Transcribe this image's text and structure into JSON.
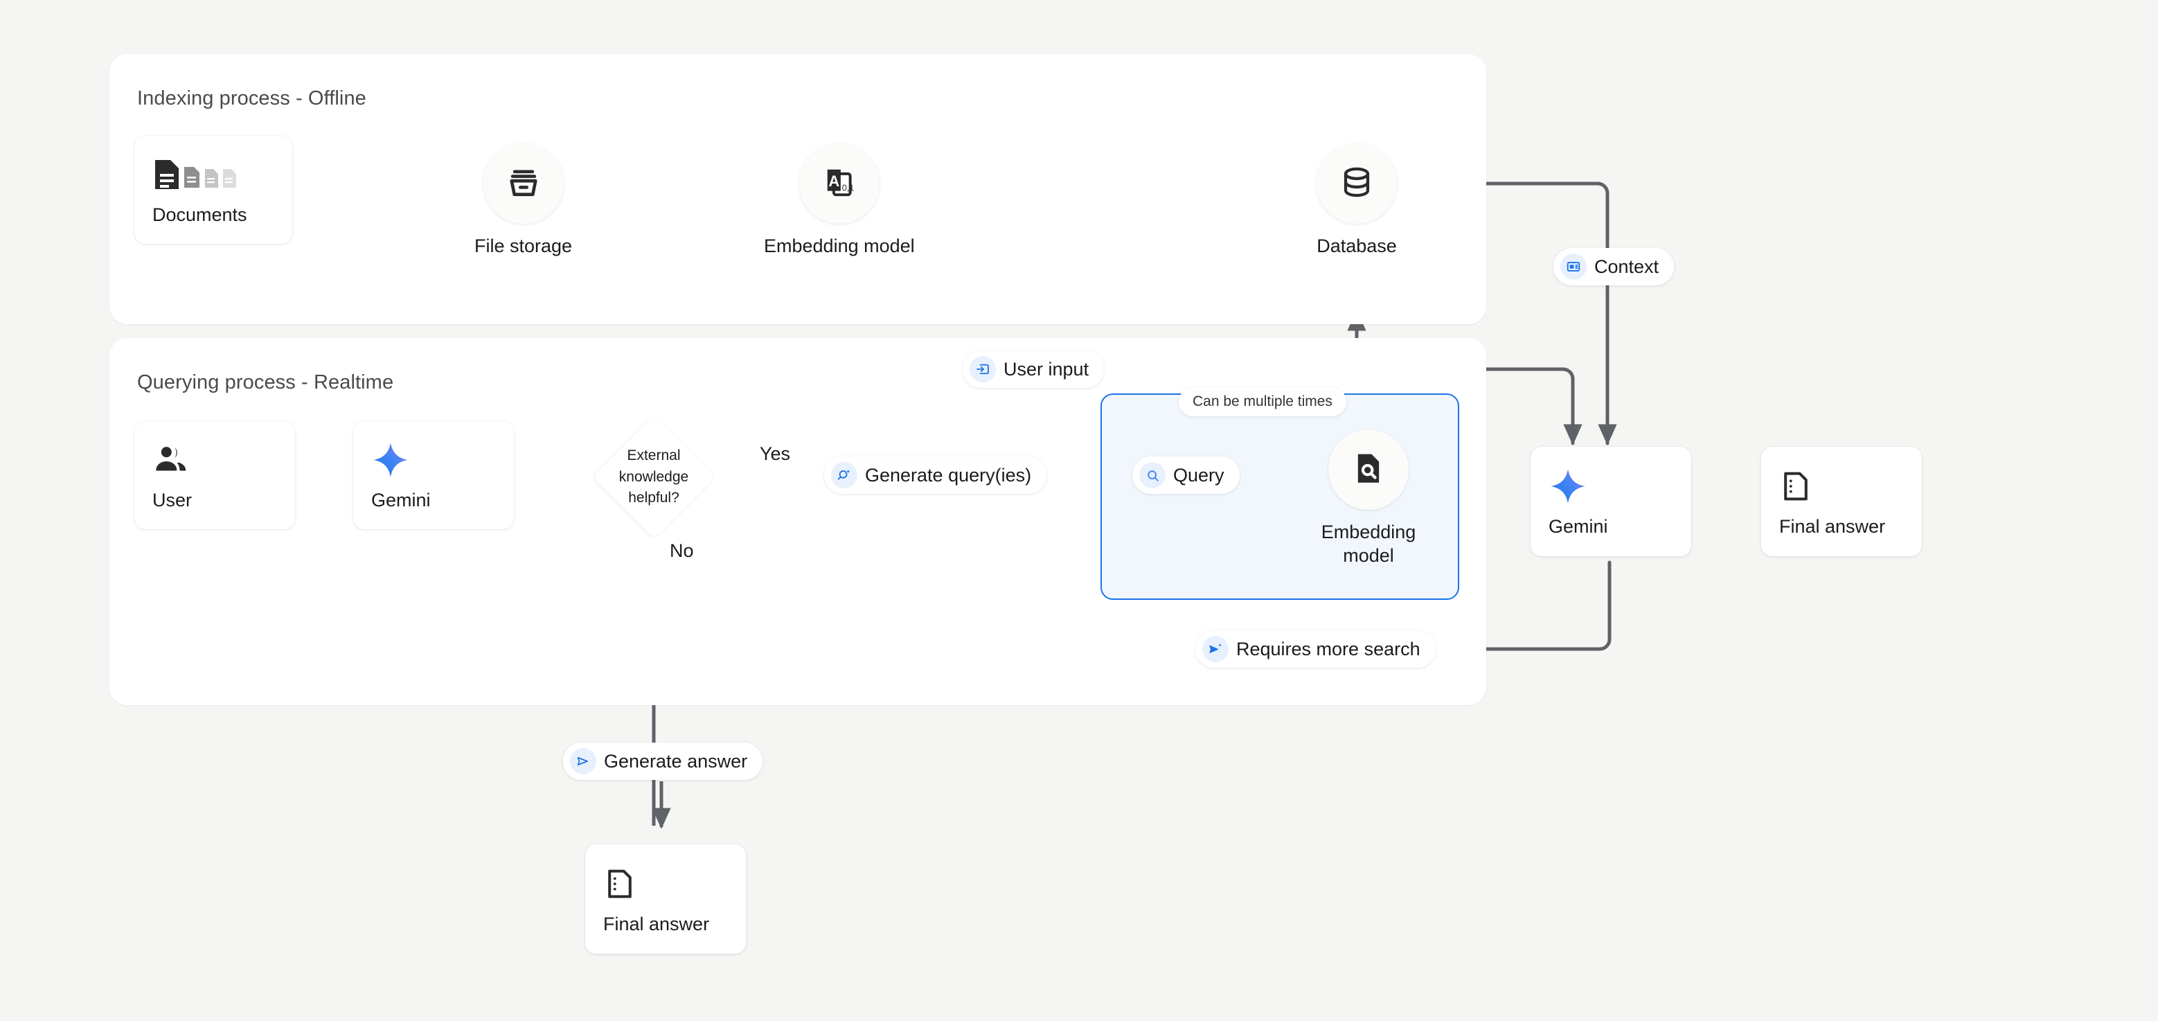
{
  "sections": {
    "indexing": {
      "title": "Indexing process - Offline"
    },
    "querying": {
      "title": "Querying process - Realtime"
    }
  },
  "nodes": {
    "documents": {
      "label": "Documents",
      "icon": "documents-icon"
    },
    "file_storage": {
      "label": "File storage",
      "icon": "file-storage-icon"
    },
    "embedding_index": {
      "label": "Embedding model",
      "icon": "embedding-model-icon"
    },
    "database": {
      "label": "Database",
      "icon": "database-icon"
    },
    "user": {
      "label": "User",
      "icon": "user-icon"
    },
    "gemini_left": {
      "label": "Gemini",
      "icon": "gemini-sparkle-icon"
    },
    "embedding_query": {
      "label": "Embedding\nmodel",
      "label_line1": "Embedding",
      "label_line2": "model",
      "icon": "document-search-icon"
    },
    "gemini_right": {
      "label": "Gemini",
      "icon": "gemini-sparkle-icon"
    },
    "final_answer_right": {
      "label": "Final answer",
      "icon": "final-answer-icon"
    },
    "final_answer_bottom": {
      "label": "Final answer",
      "icon": "final-answer-icon"
    }
  },
  "decision": {
    "line1": "External",
    "line2": "knowledge",
    "line3": "helpful?",
    "yes_label": "Yes",
    "no_label": "No"
  },
  "pills": {
    "context": {
      "text": "Context",
      "icon": "context-icon"
    },
    "user_input": {
      "text": "User input",
      "icon": "user-input-icon"
    },
    "generate_queries": {
      "text": "Generate query(ies)",
      "icon": "search-sparkle-icon"
    },
    "query": {
      "text": "Query",
      "icon": "search-icon"
    },
    "requires_more": {
      "text": "Requires more search",
      "icon": "send-sparkle-icon"
    },
    "generate_answer": {
      "text": "Generate answer",
      "icon": "send-icon"
    },
    "can_be_multiple": {
      "text": "Can be multiple times"
    }
  },
  "colors": {
    "page_background": "#f5f5f3",
    "panel": "#ffffff",
    "accent_blue": "#1a73e8",
    "accent_blue_soft": "#e8f0fe",
    "loop_fill": "#f2f7fe",
    "wire": "#5f6368",
    "ink": "#1b1b1b",
    "gemini_gradient_start": "#4285f4",
    "gemini_gradient_end": "#8b5cf6"
  }
}
